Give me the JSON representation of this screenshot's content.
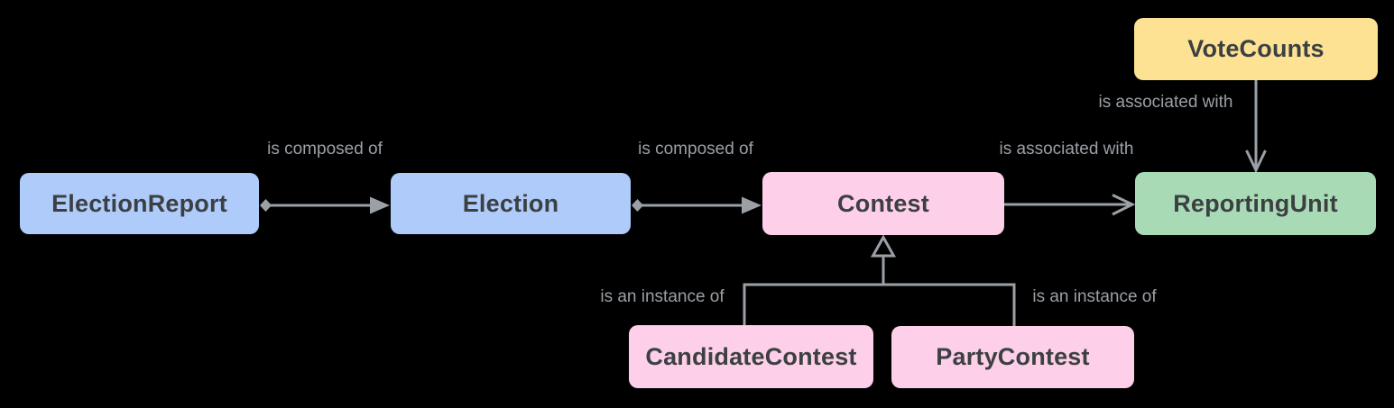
{
  "diagram": {
    "background_color": "#000000",
    "connector_color": "#9aa0a6",
    "node_text_color": "#3c4043",
    "nodes": [
      {
        "id": "election-report",
        "label": "ElectionReport",
        "color": "#aecbfa"
      },
      {
        "id": "election",
        "label": "Election",
        "color": "#aecbfa"
      },
      {
        "id": "contest",
        "label": "Contest",
        "color": "#fdcfe8"
      },
      {
        "id": "reporting-unit",
        "label": "ReportingUnit",
        "color": "#a8dab5"
      },
      {
        "id": "vote-counts",
        "label": "VoteCounts",
        "color": "#fde293"
      },
      {
        "id": "candidate-contest",
        "label": "CandidateContest",
        "color": "#fdcfe8"
      },
      {
        "id": "party-contest",
        "label": "PartyContest",
        "color": "#fdcfe8"
      }
    ],
    "edges": [
      {
        "from": "ElectionReport",
        "to": "Election",
        "label": "is composed of",
        "style": "diamond-to-filled-arrow"
      },
      {
        "from": "Election",
        "to": "Contest",
        "label": "is composed of",
        "style": "diamond-to-filled-arrow"
      },
      {
        "from": "Contest",
        "to": "ReportingUnit",
        "label": "is associated with",
        "style": "open-arrow"
      },
      {
        "from": "VoteCounts",
        "to": "ReportingUnit",
        "label": "is associated with",
        "style": "open-arrow"
      },
      {
        "from": "CandidateContest",
        "to": "Contest",
        "label": "is an instance of",
        "style": "hollow-triangle-generalization"
      },
      {
        "from": "PartyContest",
        "to": "Contest",
        "label": "is an instance of",
        "style": "hollow-triangle-generalization"
      }
    ]
  }
}
